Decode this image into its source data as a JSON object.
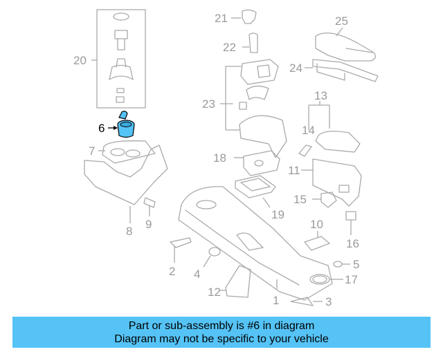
{
  "diagram": {
    "highlighted_part": "6",
    "highlight_color": "#55c3f6",
    "line_color": "#a9a9a9",
    "callouts": [
      "1",
      "2",
      "3",
      "4",
      "5",
      "6",
      "7",
      "8",
      "9",
      "10",
      "11",
      "12",
      "13",
      "14",
      "15",
      "16",
      "17",
      "18",
      "19",
      "20",
      "21",
      "22",
      "23",
      "24",
      "25"
    ]
  },
  "banner": {
    "line1": "Part or sub-assembly is #6 in diagram",
    "line2": "Diagram may not be specific to your vehicle",
    "color": "#55c3f6"
  }
}
